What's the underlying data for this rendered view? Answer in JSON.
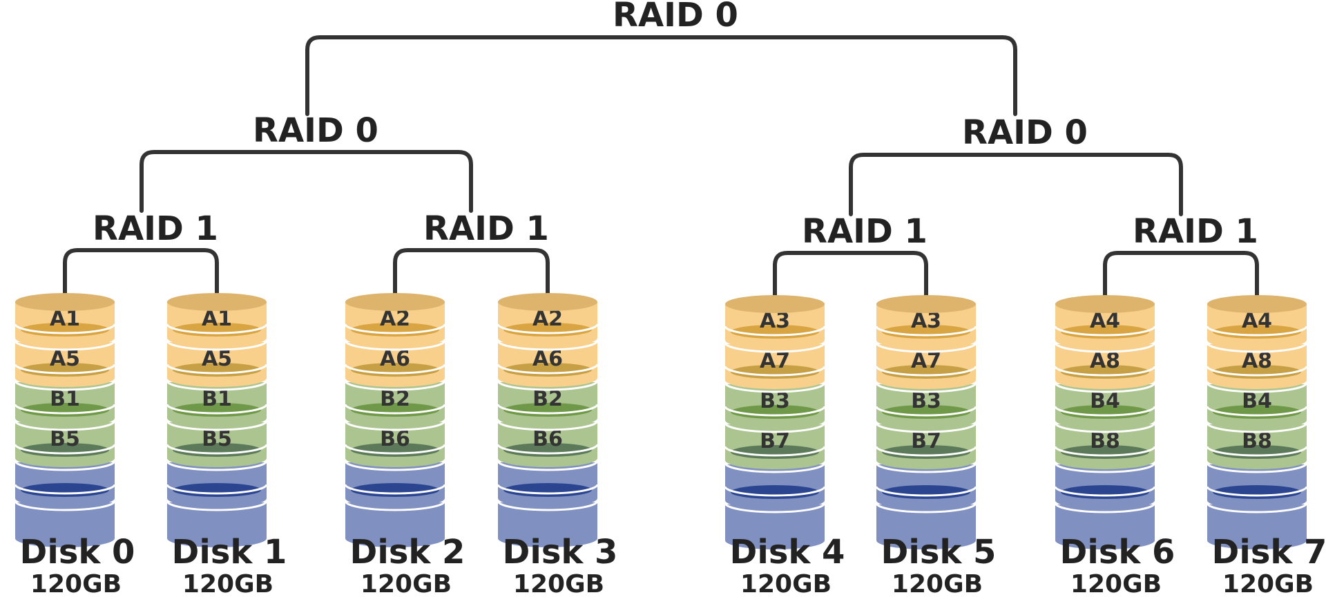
{
  "raids": {
    "top": "RAID 0",
    "left": "RAID 0",
    "right": "RAID 0",
    "mirror_0_1": "RAID 1",
    "mirror_2_3": "RAID 1",
    "mirror_4_5": "RAID 1",
    "mirror_6_7": "RAID 1"
  },
  "colors": {
    "a_body": "#f8d08c",
    "a_top": "#deb36b",
    "a_inner": "#d9a543",
    "a_inner_alt": "#c7a046",
    "b_body": "#acc590",
    "b_inner": "#6f9848",
    "b_inner_alt": "#5c7a5a",
    "free_body": "#8090c0",
    "free_inner": "#2b4590",
    "bracket": "#333333",
    "text": "#222222"
  },
  "disks": [
    {
      "name": "Disk 0",
      "size": "120GB",
      "blocks": [
        "A1",
        "A5",
        "B1",
        "B5"
      ]
    },
    {
      "name": "Disk 1",
      "size": "120GB",
      "blocks": [
        "A1",
        "A5",
        "B1",
        "B5"
      ]
    },
    {
      "name": "Disk 2",
      "size": "120GB",
      "blocks": [
        "A2",
        "A6",
        "B2",
        "B6"
      ]
    },
    {
      "name": "Disk 3",
      "size": "120GB",
      "blocks": [
        "A2",
        "A6",
        "B2",
        "B6"
      ]
    },
    {
      "name": "Disk 4",
      "size": "120GB",
      "blocks": [
        "A3",
        "A7",
        "B3",
        "B7"
      ]
    },
    {
      "name": "Disk 5",
      "size": "120GB",
      "blocks": [
        "A3",
        "A7",
        "B3",
        "B7"
      ]
    },
    {
      "name": "Disk 6",
      "size": "120GB",
      "blocks": [
        "A4",
        "A8",
        "B4",
        "B8"
      ]
    },
    {
      "name": "Disk 7",
      "size": "120GB",
      "blocks": [
        "A4",
        "A8",
        "B4",
        "B8"
      ]
    }
  ]
}
